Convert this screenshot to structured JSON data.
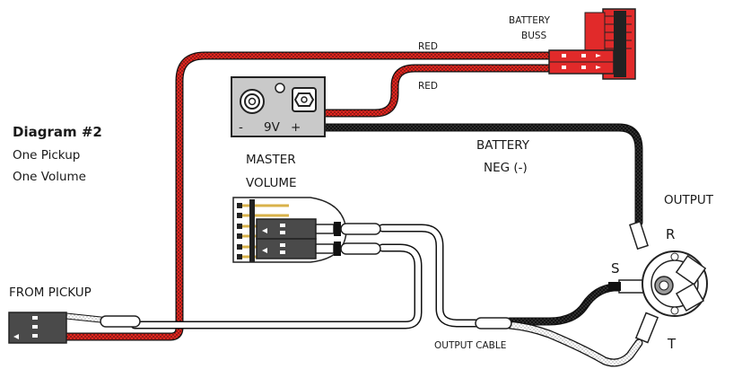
{
  "labels": {
    "diagram_title": "Diagram #2",
    "diagram_sub1": "One Pickup",
    "diagram_sub2": "One Volume",
    "battery_buss_1": "BATTERY",
    "battery_buss_2": "BUSS",
    "red_top": "RED",
    "red_mid": "RED",
    "battery_neg_1": "BATTERY",
    "battery_neg_2": "NEG (-)",
    "master_volume_1": "MASTER",
    "master_volume_2": "VOLUME",
    "output": "OUTPUT",
    "from_pickup": "FROM PICKUP",
    "output_cable": "OUTPUT CABLE",
    "jack_r": "R",
    "jack_s": "S",
    "jack_t": "T",
    "battery_voltage": "9V",
    "battery_minus": "-",
    "battery_plus": "+"
  },
  "colors": {
    "red_wire": "#e0261f",
    "red_dots": "#2a0a0a",
    "black_wire": "#111111",
    "black_dots": "#666666",
    "white_wire": "#ffffff",
    "outline": "#222222",
    "connector_gray": "#4a4a4a",
    "battery_gray": "#c9c9c9",
    "buss_red": "#e12a2a",
    "pin_gold": "#d8b24a"
  },
  "icons": {
    "battery": "battery-9v-icon",
    "buss": "battery-buss-icon",
    "pot": "volume-pot-icon",
    "jack": "output-jack-icon",
    "pickup": "pickup-connector-icon"
  }
}
